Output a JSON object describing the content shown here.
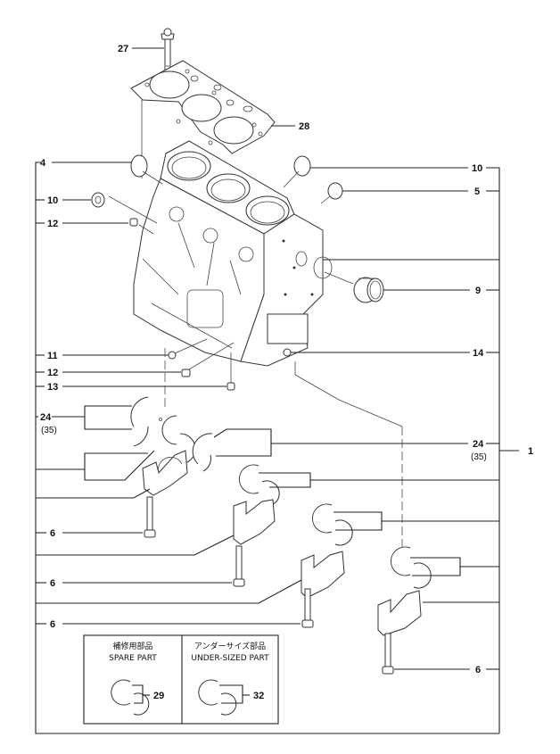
{
  "diagram": {
    "type": "exploded-parts-diagram",
    "assembly_ref": "1",
    "callouts": {
      "c27": "27",
      "c28": "28",
      "c4": "4",
      "c10_right": "10",
      "c5": "5",
      "c10_left": "10",
      "c12_top": "12",
      "c9": "9",
      "c11": "11",
      "c12_bottom": "12",
      "c13": "13",
      "c14": "14",
      "c24_left": "24",
      "c24_left_sub": "(35)",
      "c24_right": "24",
      "c24_right_sub": "(35)",
      "c1": "1",
      "c6_a": "6",
      "c6_b": "6",
      "c6_c": "6",
      "c6_d": "6"
    },
    "inset": {
      "spare": {
        "title_jp": "補修用部品",
        "title_en": "SPARE PART",
        "ref": "29"
      },
      "undersized": {
        "title_jp": "アンダーサイズ部品",
        "title_en": "UNDER-SIZED PART",
        "ref": "32"
      }
    }
  }
}
